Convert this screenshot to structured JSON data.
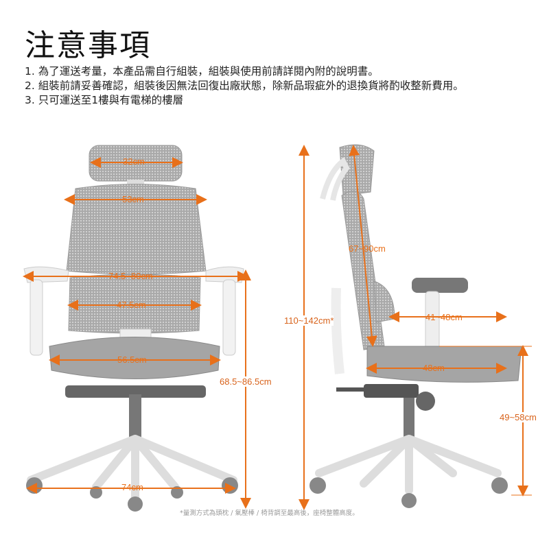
{
  "title": "注意事項",
  "notes": [
    "1. 為了運送考量，本產品需自行組裝，組裝與使用前請詳閱內附的說明書。",
    "2. 組裝前請妥善確認，組裝後因無法回復出廠狀態，除新品瑕疵外的退換貨將酌收整新費用。",
    "3. 只可運送至1樓與有電梯的樓層"
  ],
  "front_view": {
    "headrest_width": "32cm",
    "backrest_width": "53cm",
    "armrest_width": "74.5~80cm",
    "lumbar_width": "47.5cm",
    "seat_width": "56.5cm",
    "armrest_height": "68.5~86.5cm",
    "base_width": "74cm"
  },
  "side_view": {
    "total_height": "110~142cm*",
    "backrest_height": "67~90cm",
    "seat_to_back": "41~48cm",
    "seat_depth": "48cm",
    "seat_height": "49~58cm"
  },
  "footnote": "*量測方式為頭枕 / 氣壓棒 / 椅背調至最高後，座椅整體高度。",
  "colors": {
    "accent": "#e8701a",
    "chair_gray": "#9a9a9a",
    "frame_white": "#eeeeee"
  }
}
